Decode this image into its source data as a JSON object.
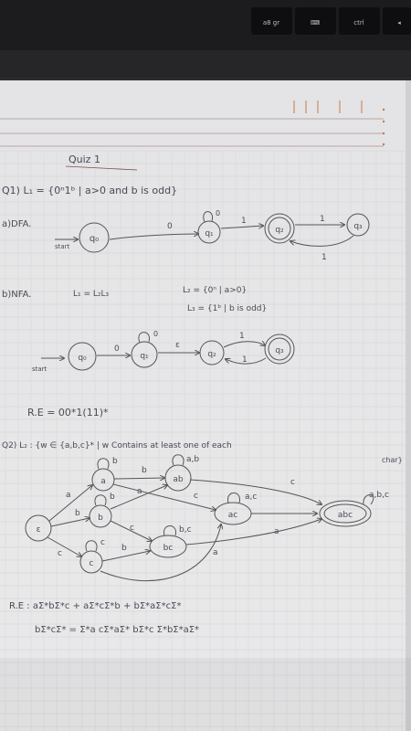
{
  "keyboard": {
    "keys": [
      {
        "label": "a8 gr"
      },
      {
        "label": "⌨"
      },
      {
        "label": "ctrl"
      },
      {
        "label": "◂"
      }
    ]
  },
  "notes": {
    "title": "Quiz 1",
    "q1": "Q1) L₁ = {0ⁿ1ᵇ | a>0 and b is odd}",
    "a_dfa": "a)DFA.",
    "start_a": "start",
    "dfa_states": [
      "q₀",
      "q₁",
      "q₂",
      "q₃"
    ],
    "dfa_t01": "0",
    "dfa_loop1": "0",
    "dfa_t12": "1",
    "dfa_t23": "1",
    "dfa_t32": "1",
    "b_nfa": "b)NFA.",
    "l1_decomp": "L₁ = L₂L₃",
    "l2_def": "L₂ = {0ⁿ | a>0}",
    "l3_def": "L₃ = {1ᵇ | b is odd}",
    "start_b": "start",
    "nfa_states": [
      "q₀",
      "q₁",
      "q₂",
      "q₃"
    ],
    "nfa_t01": "0",
    "nfa_loop1": "0",
    "nfa_t12": "ε",
    "nfa_t23": "1",
    "nfa_t32": "1",
    "re1": "R.E = 00*1(11)*",
    "q2_line1": "Q2) L₂ : {w ∈ {a,b,c}* | w Contains at least one of each",
    "q2_line2": "char}",
    "q2_states": [
      "ε",
      "a",
      "b",
      "c",
      "ab",
      "ac",
      "bc",
      "abc"
    ],
    "q2_loops": [
      "b",
      "b",
      "c",
      "a,b",
      "a,c",
      "b,c",
      "a,b,c"
    ],
    "q2_edges": [
      "a",
      "b",
      "c",
      "b",
      "a",
      "c",
      "c",
      "b",
      "c",
      "a",
      "a"
    ],
    "re2_line1": "R.E : aΣ*bΣ*c + aΣ*cΣ*b + bΣ*aΣ*cΣ*",
    "re2_line2": "bΣ*cΣ* = Σ*a cΣ*aΣ* bΣ*c Σ*bΣ*aΣ*"
  }
}
